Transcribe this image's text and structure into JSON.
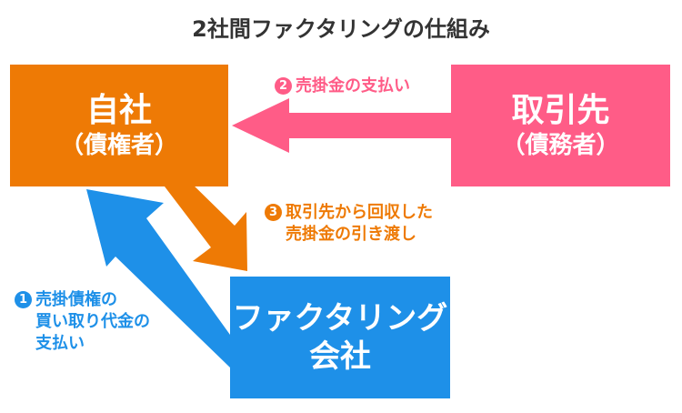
{
  "title": "2社間ファクタリングの仕組み",
  "nodes": {
    "self": {
      "name": "自社",
      "role": "（債権者）",
      "color": "#EE7A05"
    },
    "client": {
      "name": "取引先",
      "role": "（債務者）",
      "color": "#FF5C87"
    },
    "factor": {
      "line1": "ファクタリング",
      "line2": "会社",
      "color": "#1E90E8"
    }
  },
  "flows": {
    "step1": {
      "number": "1",
      "line1": "売掛債権の",
      "line2": "買い取り代金の",
      "line3": "支払い",
      "color": "#1E90E8"
    },
    "step2": {
      "number": "2",
      "text": "売掛金の支払い",
      "color": "#FF5C87"
    },
    "step3": {
      "number": "3",
      "line1": "取引先から回収した",
      "line2": "売掛金の引き渡し",
      "color": "#EE7A05"
    }
  }
}
